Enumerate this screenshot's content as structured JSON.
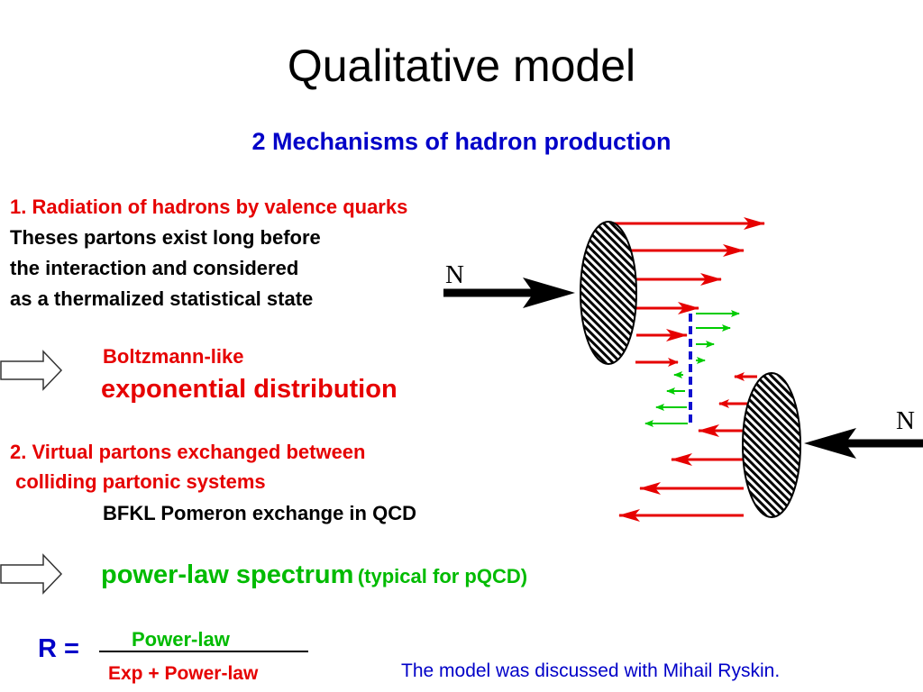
{
  "slide": {
    "title": "Qualitative model",
    "subtitle": "2 Mechanisms of hadron production"
  },
  "mechanism1": {
    "heading": "1. Radiation of hadrons by valence quarks",
    "line1": "Theses partons exist long before",
    "line2": "the interaction and considered",
    "line3": "as a thermalized statistical state"
  },
  "result1": {
    "line1": "Boltzmann-like",
    "line2": "exponential distribution"
  },
  "mechanism2": {
    "line1": "2. Virtual partons exchanged between",
    "line2": " colliding partonic systems",
    "line3": "BFKL Pomeron exchange in QCD"
  },
  "result2": {
    "main": "power-law spectrum",
    "note": "(typical for pQCD)"
  },
  "ratio": {
    "lhs": "R =",
    "numerator": "Power-law",
    "denominator": "Exp + Power-law"
  },
  "credit": "The model was discussed with Mihail Ryskin.",
  "diagram": {
    "label_top": "N",
    "label_bottom": "N",
    "colors": {
      "hadron_arrows": "#e60000",
      "parton_arrows": "#00cc00",
      "exchange_line": "#1010d0",
      "ellipse_hatch": "#000000"
    }
  }
}
